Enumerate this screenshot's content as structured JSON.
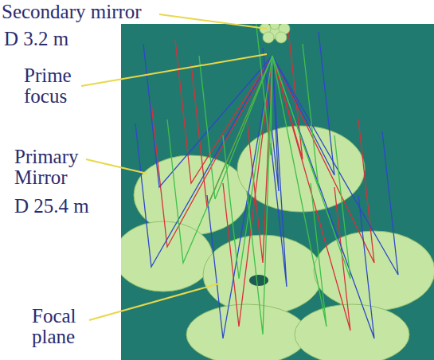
{
  "diagram": {
    "labels": [
      "Secondary mirror",
      "D 3.2 m",
      "Prime focus",
      "Primary Mirror",
      "D 25.4 m",
      "Focal plane"
    ]
  }
}
